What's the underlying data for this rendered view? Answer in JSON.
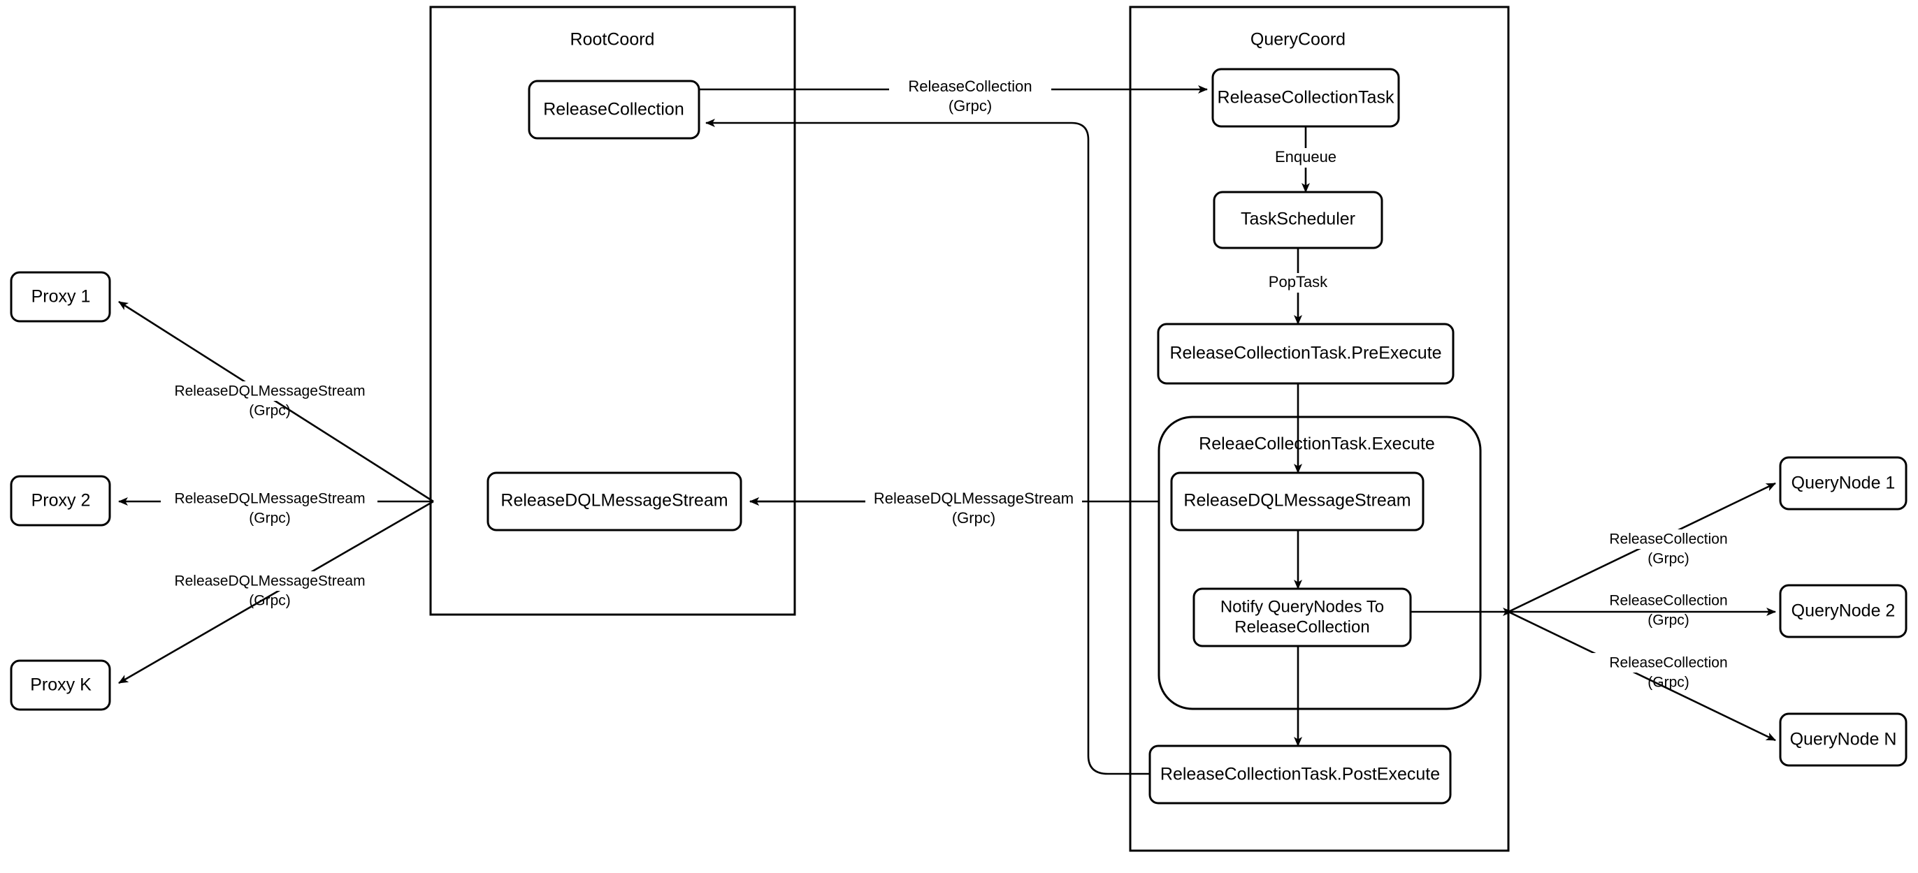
{
  "diagram": {
    "title": "Milvus ReleaseCollection Flow",
    "background_color": "#ffffff",
    "stroke_color": "#000000",
    "type": "flowchart"
  },
  "groups": {
    "root_coord": {
      "label": "RootCoord"
    },
    "query_coord": {
      "label": "QueryCoord"
    },
    "execute_container": {
      "label": "ReleaeCollectionTask.Execute"
    }
  },
  "root_coord_nodes": {
    "release_collection": {
      "label": "ReleaseCollection"
    },
    "release_dql_message_stream": {
      "label": "ReleaseDQLMessageStream"
    }
  },
  "query_coord_nodes": {
    "release_collection_task": {
      "label": "ReleaseCollectionTask"
    },
    "task_scheduler": {
      "label": "TaskScheduler"
    },
    "pre_execute": {
      "label": "ReleaseCollectionTask.PreExecute"
    },
    "release_dql_message_stream": {
      "label": "ReleaseDQLMessageStream"
    },
    "notify_query_nodes_line1": {
      "label": "Notify QueryNodes To"
    },
    "notify_query_nodes_line2": {
      "label": "ReleaseCollection"
    },
    "post_execute": {
      "label": "ReleaseCollectionTask.PostExecute"
    }
  },
  "proxies": [
    {
      "label": "Proxy 1"
    },
    {
      "label": "Proxy 2"
    },
    {
      "label": "Proxy K"
    }
  ],
  "query_nodes": [
    {
      "label": "QueryNode 1"
    },
    {
      "label": "QueryNode 2"
    },
    {
      "label": "QueryNode N"
    }
  ],
  "edge_labels": {
    "release_collection_grpc": {
      "line1": "ReleaseCollection",
      "line2": "(Grpc)"
    },
    "release_dql_grpc": {
      "line1": "ReleaseDQLMessageStream",
      "line2": "(Grpc)"
    },
    "enqueue": "Enqueue",
    "pop_task": "PopTask"
  },
  "proxy_edge_labels": [
    {
      "line1": "ReleaseDQLMessageStream",
      "line2": "(Grpc)"
    },
    {
      "line1": "ReleaseDQLMessageStream",
      "line2": "(Grpc)"
    },
    {
      "line1": "ReleaseDQLMessageStream",
      "line2": "(Grpc)"
    }
  ],
  "query_node_edge_labels": [
    {
      "line1": "ReleaseCollection",
      "line2": "(Grpc)"
    },
    {
      "line1": "ReleaseCollection",
      "line2": "(Grpc)"
    },
    {
      "line1": "ReleaseCollection",
      "line2": "(Grpc)"
    }
  ],
  "center_edge_labels": {
    "root_to_query": {
      "line1": "ReleaseCollection",
      "line2": "(Grpc)"
    },
    "query_to_root_dql": {
      "line1": "ReleaseDQLMessageStream",
      "line2": "(Grpc)"
    }
  }
}
